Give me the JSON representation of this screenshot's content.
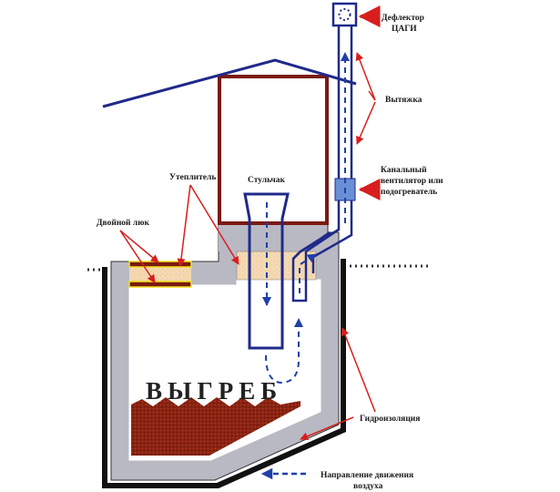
{
  "diagram": {
    "type": "cesspit-toilet-ventilation-scheme",
    "colors": {
      "pipe": "#1f2a8a",
      "cabin_wall": "#7a1a12",
      "concrete": "#b9b9c4",
      "insulation": "#f5d9b0",
      "waste": "#8a2412",
      "waterproofing": "#111111",
      "arrow": "#d81e1e",
      "fan": "#6a8fd6",
      "seal_border": "#f2e21a"
    },
    "labels": {
      "deflector_line1": "Дефлектор",
      "deflector_line2": "ЦАГИ",
      "exhaust": "Вытяжка",
      "fan_line1": "Канальный",
      "fan_line2": "вентилятор или",
      "fan_line3": "подогреватель",
      "insulation": "Утеплитель",
      "seat": "Стульчак",
      "double_hatch": "Двойной люк",
      "pit": "ВЫГРЕБ",
      "waterproofing": "Гидроизоляция",
      "legend_line1": "Направление движения",
      "legend_line2": "воздуха"
    }
  }
}
